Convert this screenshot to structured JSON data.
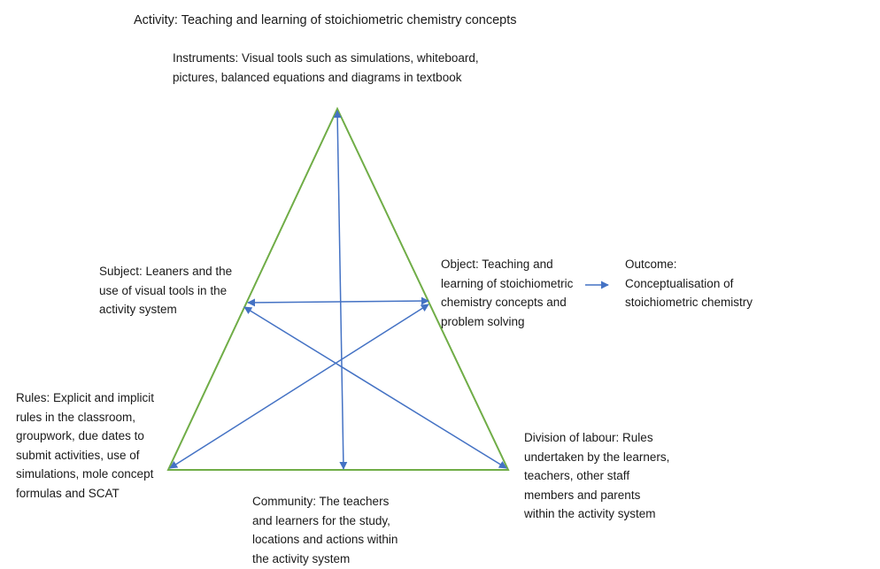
{
  "activity": "Activity: Teaching and learning of stoichiometric chemistry concepts",
  "instruments": [
    "Instruments: Visual tools such as simulations, whiteboard,",
    "pictures, balanced equations and diagrams in textbook"
  ],
  "subject": [
    "Subject: Leaners and the",
    "use of visual tools in the",
    "activity system"
  ],
  "object": [
    "Object: Teaching and",
    "learning of stoichiometric",
    "chemistry concepts and",
    "problem solving"
  ],
  "outcome": [
    "Outcome:",
    "Conceptualisation of",
    "stoichiometric chemistry"
  ],
  "rules": [
    "Rules: Explicit and implicit",
    "rules in the classroom,",
    "groupwork, due dates to",
    "submit activities, use of",
    "simulations, mole concept",
    "formulas and SCAT"
  ],
  "division_of_labour": [
    "Division of labour: Rules",
    "undertaken by the learners,",
    "teachers, other staff",
    "members and parents",
    "within the activity system"
  ],
  "community": [
    "Community: The teachers",
    "and learners for the study,",
    "locations and actions within",
    "the activity system"
  ],
  "colors": {
    "triangle": "#70ad47",
    "arrow": "#4472c4",
    "text": "#1a1a1a"
  }
}
